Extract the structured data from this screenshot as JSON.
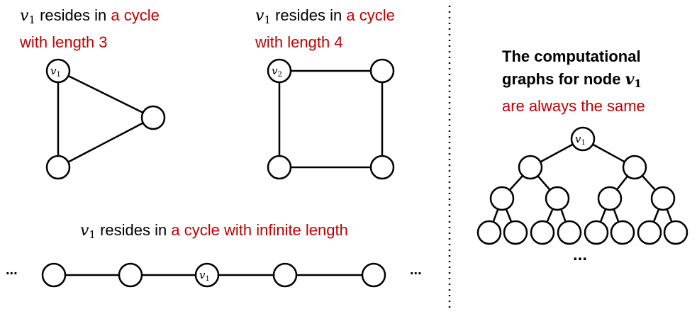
{
  "captions": {
    "triangle": {
      "var": "v",
      "sub": "1",
      "black": " resides in ",
      "red1": "a cycle",
      "red2": "with length 3"
    },
    "square": {
      "var": "v",
      "sub": "1",
      "black": " resides in ",
      "red1": "a cycle",
      "red2": "with length 4"
    },
    "line": {
      "var": "v",
      "sub": "1",
      "black": " resides in ",
      "red": "a cycle with infinite length"
    },
    "tree": {
      "line1": "The computational",
      "line2": "graphs for node ",
      "var": "v",
      "sub": "1",
      "red": "are always the same"
    }
  },
  "node_labels": {
    "triangle_top": {
      "var": "v",
      "sub": "1"
    },
    "square_top": {
      "var": "v",
      "sub": "2"
    },
    "line_mid": {
      "var": "v",
      "sub": "1"
    },
    "tree_root": {
      "var": "v",
      "sub": "1"
    }
  },
  "ellipsis": {
    "line_left": "...",
    "line_right": "...",
    "tree_bottom": "..."
  },
  "colors": {
    "accent_red": "#c00000",
    "stroke": "#000000"
  }
}
